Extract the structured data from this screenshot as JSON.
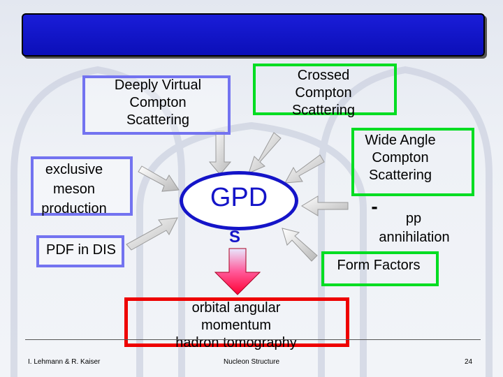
{
  "slide": {
    "boxes": {
      "dvcs": "Deeply Virtual\nCompton\nScattering",
      "crossed": "Crossed\nCompton\nScattering",
      "wide_angle": "Wide Angle\nCompton\nScattering",
      "exclusive_meson": "exclusive\nmeson\nproduction",
      "pdf_dis": "PDF in DIS",
      "pp_dash": "-",
      "pp": "pp",
      "annihilation": "annihilation",
      "form_factors": "Form Factors",
      "orbital": "orbital angular\nmomentum\nhadron tomography"
    },
    "center": {
      "gpd": "GPD",
      "sigma": "S"
    },
    "footer": {
      "authors": "I. Lehmann & R. Kaiser",
      "title": "Nucleon Structure",
      "page": "24"
    }
  },
  "colors": {
    "title_bar": "#1010cc",
    "blue_border": "#7373f0",
    "green_border": "#00dd22",
    "red_border": "#ee0000",
    "gpd_blue": "#1414c8",
    "arrow_gray": "#c8c8c8",
    "arrow_red": "#ff1a6a"
  }
}
